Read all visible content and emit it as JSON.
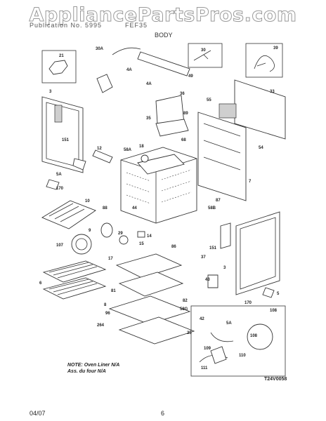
{
  "watermark": "AppliancePartsPros.com",
  "header": {
    "left_text": "Publication No. 5995",
    "right_text": "FEF35",
    "section_title": "BODY"
  },
  "notes": {
    "line1": "NOTE: Oven Liner N/A",
    "line2": "Ass. du four N/A"
  },
  "diagram_code": "T24V0058",
  "footer": {
    "date": "04/07",
    "page_number": "6"
  },
  "part_labels": {
    "p21": "21",
    "p30a": "30A",
    "p30": "30",
    "p39": "39",
    "p3_top": "3",
    "p4a_top": "4A",
    "p49": "49",
    "p4a_mid": "4A",
    "p33": "33",
    "p36": "36",
    "p55": "55",
    "p35": "35",
    "p89": "89",
    "p151_left": "151",
    "p68": "68",
    "p54": "54",
    "p12": "12",
    "p58a": "58A",
    "p18": "18",
    "p5a_left": "5A",
    "p170_left": "170",
    "p7": "7",
    "p88": "88",
    "p44": "44",
    "p87": "87",
    "p58b": "58B",
    "p10": "10",
    "p9": "9",
    "p29": "29",
    "p14": "14",
    "p107": "107",
    "p15": "15",
    "p86": "86",
    "p151_right": "151",
    "p17": "17",
    "p37": "37",
    "p3_right": "3",
    "p6": "6",
    "p43": "43",
    "p81": "81",
    "p82": "82",
    "p5": "5",
    "p58g": "58G",
    "p8": "8",
    "p96": "96",
    "p170_right": "170",
    "p108_a": "108",
    "p42": "42",
    "p264": "264",
    "p5a_right": "5A",
    "p25": "25",
    "p108_b": "108",
    "p109": "109",
    "p110": "110",
    "p111": "111"
  },
  "colors": {
    "line": "#333333",
    "watermark_stroke": "#9a9a9a",
    "part_fill": "#ffffff",
    "shade": "#cfcfcf"
  }
}
